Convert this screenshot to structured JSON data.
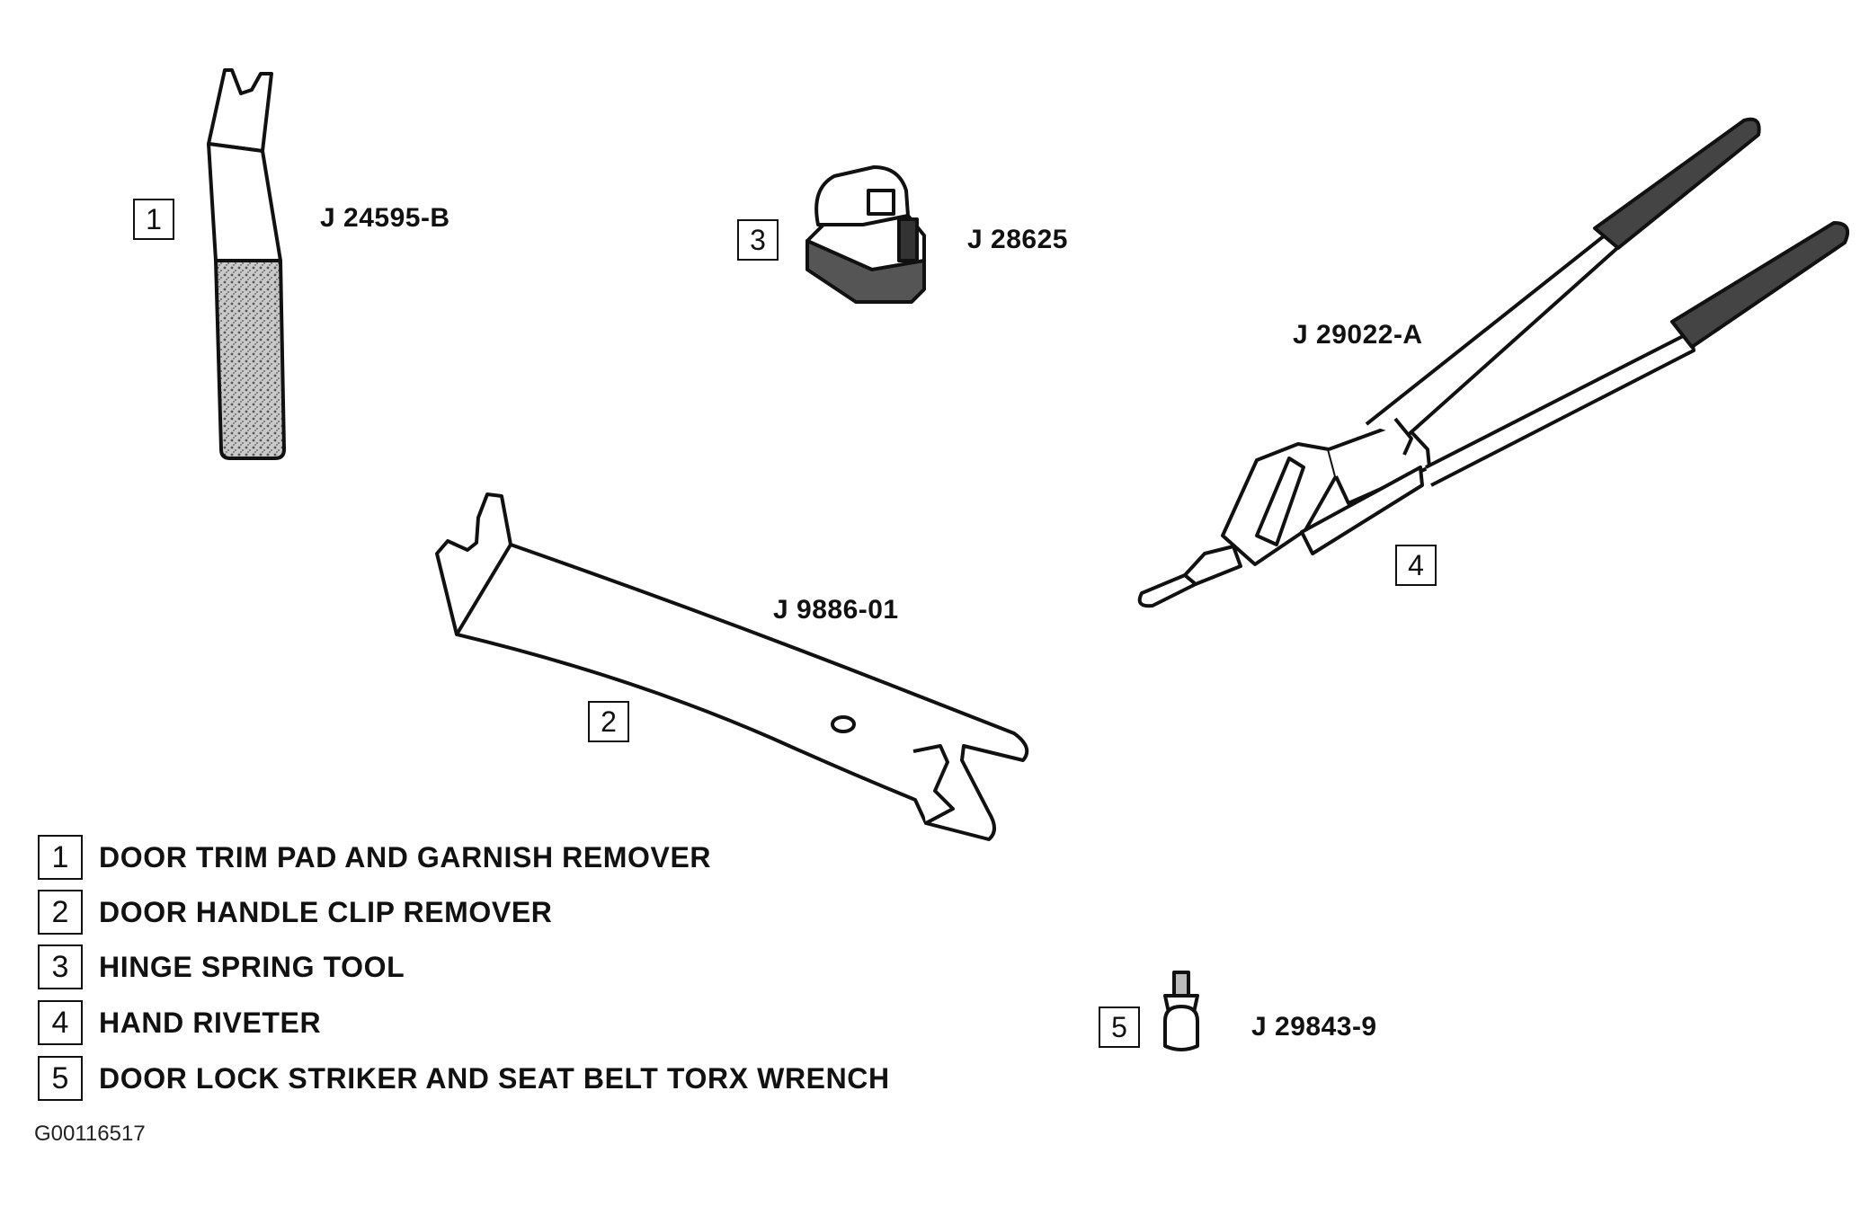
{
  "figure_code": "G00116517",
  "tools": [
    {
      "number": "1",
      "part_no": "J 24595-B"
    },
    {
      "number": "2",
      "part_no": "J 9886-01"
    },
    {
      "number": "3",
      "part_no": "J 28625"
    },
    {
      "number": "4",
      "part_no": "J 29022-A"
    },
    {
      "number": "5",
      "part_no": "J 29843-9"
    }
  ],
  "legend": [
    {
      "number": "1",
      "text": "DOOR TRIM PAD AND GARNISH REMOVER"
    },
    {
      "number": "2",
      "text": "DOOR HANDLE CLIP REMOVER"
    },
    {
      "number": "3",
      "text": "HINGE SPRING TOOL"
    },
    {
      "number": "4",
      "text": "HAND RIVETER"
    },
    {
      "number": "5",
      "text": "DOOR LOCK STRIKER AND SEAT BELT TORX WRENCH"
    }
  ],
  "colors": {
    "ink": "#111111",
    "paper": "#ffffff",
    "grip": "#9a9a9a"
  }
}
